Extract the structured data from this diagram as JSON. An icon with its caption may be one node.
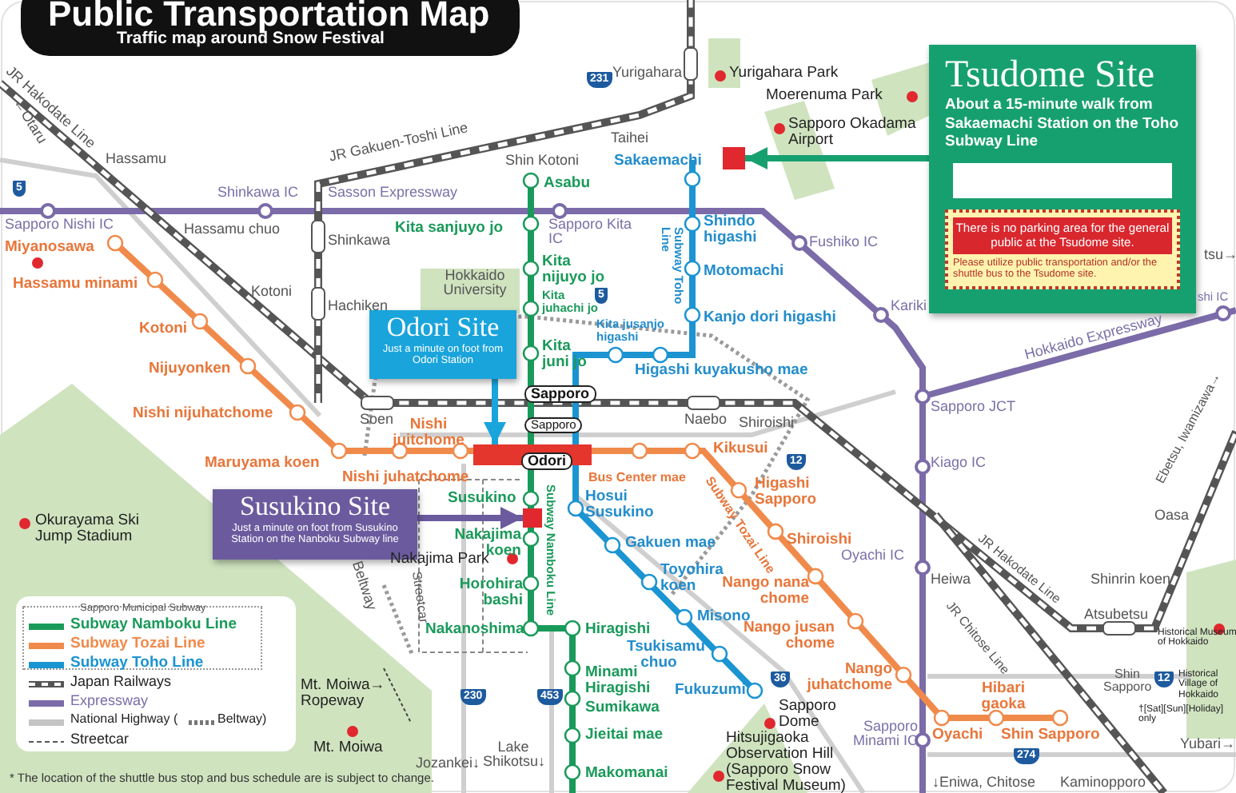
{
  "diagram": {
    "title": "Public Transportation Map",
    "nodes": [
      {
        "text": [
          "Tsudome Site",
          "About a 15-minute walk from Sakaemachi Station on the Toho Subway Line",
          "There is no parking area for the general public at the Tsudome site.",
          "Please utilize public transportation and/or the shuttle bus to the Tsudome site."
        ]
      },
      {
        "text": [],
        "shape": "box"
      },
      {
        "text": [
          "Odori Site",
          "Just a minute on foot from Odori Station"
        ]
      },
      {
        "text": [],
        "shape": "bar"
      },
      {
        "text": [
          "Susukino Site",
          "Just a minute on foot from Susukino Station on the Nanboku Subway line"
        ]
      },
      {
        "text": [],
        "shape": "box"
      }
    ],
    "edges": [
      {
        "from": 0,
        "to": 1,
        "arrow": "to",
        "color": "#17a06f"
      },
      {
        "from": 2,
        "to": 3,
        "arrow": "to",
        "color": "#1aa4dc"
      },
      {
        "from": 4,
        "to": 5,
        "arrow": "to",
        "color": "#6b5b9e"
      }
    ],
    "labels": [
      "Traffic map around Snow Festival",
      "JR Hakodate Line",
      "←Otaru",
      "Hassamu",
      "231",
      "Yurigahara",
      "Yurigahara Park",
      "Moerenuma Park",
      "Sapporo Okadama Airport",
      "Taihei",
      "Sakaemachi",
      "JR Gakuen-Toshi Line",
      "Shin Kotoni",
      "5",
      "Shinkawa IC",
      "Sasson Expressway",
      "Asabu",
      "Shindo higashi",
      "Subway Toho Line",
      "Fushiko IC",
      "Sapporo Nishi IC",
      "Hassamu chuo",
      "Shinkawa",
      "Kita sanjuyo jo",
      "Sapporo Kita IC",
      "Miyanosawa",
      "Motomachi",
      "Hassamu minami",
      "Hokkaido University",
      "Kotoni",
      "Hachiken",
      "Kita nijuyo jo",
      "5",
      "Kita juhachi jo",
      "Kita jusanjo higashi",
      "Kanjo dori higashi",
      "Kotoni",
      "Nijuyonken",
      "Kita juni jo",
      "Higashi kuyakusho mae",
      "Kariki",
      "tsu→",
      "shi IC",
      "Hokkaido Expressway",
      "Nishi nijuhatchome",
      "Soen",
      "Sapporo",
      "Naebo",
      "Sapporo JCT",
      "Sapporo",
      "Nishi juitchome",
      "Maruyama koen",
      "Odori",
      "Kikusui",
      "Shiroishi",
      "Kiago IC",
      "Bus Center mae",
      "Nishi juhatchome",
      "Subway Tozai Line",
      "Higashi Sapporo",
      "12",
      "Susukino",
      "Subway Namboku Line",
      "Hosui Susukino",
      "Okurayama Ski Jump Stadium",
      "Gakuen mae",
      "Shiroishi",
      "Nakajima koen",
      "Nakajima Park",
      "Oyachi IC",
      "Heiwa",
      "Horohira bashi",
      "Beltway",
      "Streetcar",
      "Toyohira koen",
      "Nango nana chome",
      "JR Hakodate Line",
      "JR Chitose Line",
      "Shinrin koen",
      "Misono",
      "Atsubetsu",
      "Nakanoshima",
      "Hiragishi",
      "Sapporo Municipal Subway",
      "Tsukisamu chuo",
      "Nango jusan chome",
      "Minami Hiragishi",
      "Mt. Moiwa→ Ropeway",
      "Sumikawa",
      "Fukuzumi",
      "36",
      "230",
      "453",
      "Nango juhatchome",
      "Hibari gaoka",
      "Shin Sapporo",
      "Historical Museum of Hokkaido",
      "12",
      "Historical Village of Hokkaido",
      "†[Sat][Sun][Holiday] only",
      "Yubari→",
      "Sapporo Dome",
      "Jieitai mae",
      "Mt. Moiwa",
      "Sapporo Minami IC",
      "Oyachi",
      "Shin Sapporo",
      "Hitsujigaoka Observation Hill (Sapporo Snow Festival Museum)",
      "Lake Shikotsu↓",
      "Jozankei↓",
      "Makomanai",
      "↓Eniwa, Chitose",
      "274",
      "Kaminopporo",
      "Ebetsu, Iwamizawa→",
      "Oasa",
      "* The location of the shuttle bus stop and bus schedule are is subject to change."
    ],
    "legend": [
      {
        "text": "Subway Namboku Line",
        "color": "#1a9a5a"
      },
      {
        "text": "Subway Tozai Line",
        "color": "#f08a4b"
      },
      {
        "text": "Subway Toho Line",
        "color": "#1b94d2"
      },
      {
        "text": "Japan Railways"
      },
      {
        "text": "Expressway",
        "color": "#7b6ba8"
      },
      {
        "text": "National Highway (",
        "color": "#c4c4c4"
      },
      {
        "text": "Beltway)"
      },
      {
        "text": "Streetcar"
      }
    ]
  }
}
